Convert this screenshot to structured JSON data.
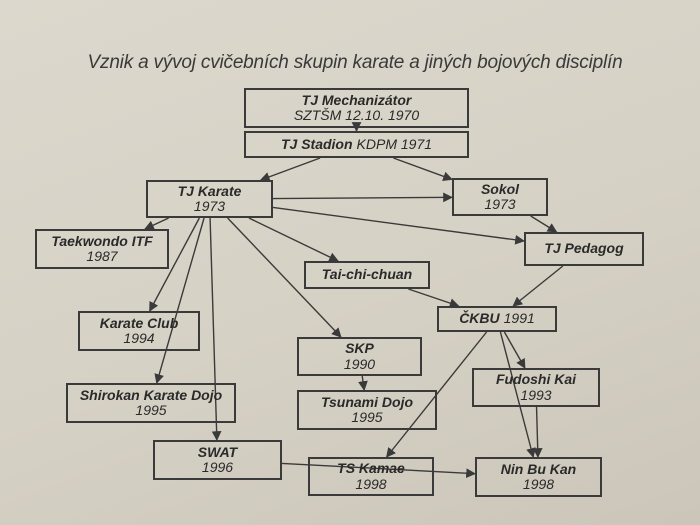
{
  "title": "Vznik a vývoj cvičebních skupin karate a jiných bojových disciplín",
  "nodes": {
    "mechanizator": {
      "name": "TJ Mechanizátor",
      "sub": "SZTŠM 12.10. 1970"
    },
    "stadion": {
      "name": "TJ Stadion",
      "sub": "KDPM 1971"
    },
    "karate": {
      "name": "TJ Karate",
      "year": "1973"
    },
    "sokol": {
      "name": "Sokol",
      "year": "1973"
    },
    "taekwondo": {
      "name": "Taekwondo ITF",
      "year": "1987"
    },
    "pedagog": {
      "name": "TJ Pedagog"
    },
    "taichi": {
      "name": "Tai-chi-chuan"
    },
    "ckbu": {
      "name": "ČKBU",
      "year": "1991"
    },
    "karateclub": {
      "name": "Karate Club",
      "year": "1994"
    },
    "skp": {
      "name": "SKP",
      "year": "1990"
    },
    "fudoshi": {
      "name": "Fudoshi Kai",
      "year": "1993"
    },
    "shirokan": {
      "name": "Shirokan Karate Dojo",
      "year": "1995"
    },
    "tsunami": {
      "name": "Tsunami Dojo",
      "year": "1995"
    },
    "swat": {
      "name": "SWAT",
      "year": "1996"
    },
    "tskamae": {
      "name": "TS Kamae",
      "year": "1998"
    },
    "ninbukan": {
      "name": "Nin Bu Kan",
      "year": "1998"
    }
  },
  "edges": [
    [
      "mechanizator",
      "stadion"
    ],
    [
      "stadion",
      "karate"
    ],
    [
      "stadion",
      "sokol"
    ],
    [
      "karate",
      "sokol"
    ],
    [
      "sokol",
      "pedagog"
    ],
    [
      "karate",
      "taekwondo"
    ],
    [
      "karate",
      "pedagog"
    ],
    [
      "karate",
      "taichi"
    ],
    [
      "karate",
      "karateclub"
    ],
    [
      "karate",
      "shirokan"
    ],
    [
      "karate",
      "swat"
    ],
    [
      "karate",
      "skp"
    ],
    [
      "pedagog",
      "ckbu"
    ],
    [
      "taichi",
      "ckbu"
    ],
    [
      "ckbu",
      "fudoshi"
    ],
    [
      "ckbu",
      "ninbukan"
    ],
    [
      "ckbu",
      "tskamae"
    ],
    [
      "fudoshi",
      "ninbukan"
    ],
    [
      "skp",
      "tsunami"
    ],
    [
      "swat",
      "ninbukan"
    ]
  ],
  "colors": {
    "line": "#3a3a3a",
    "background": "#d8d3c8"
  }
}
